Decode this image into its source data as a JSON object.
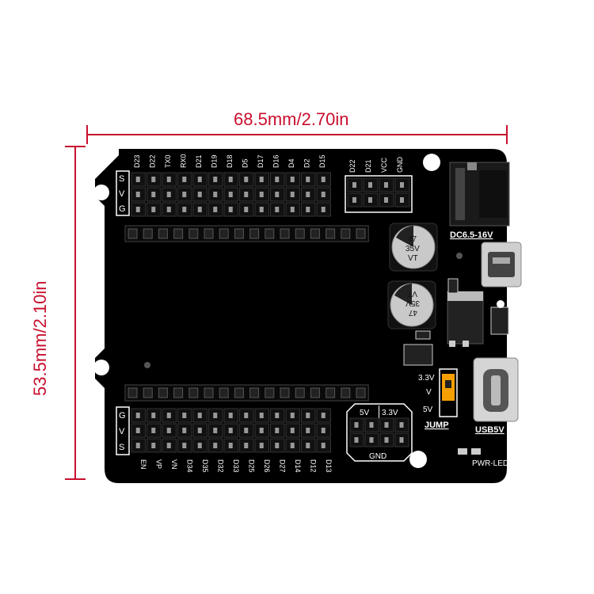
{
  "dimensions": {
    "width_label": "68.5mm/2.70in",
    "height_label": "53.5mm/2.10in",
    "line_color": "#c8102e"
  },
  "board": {
    "color": "#000000",
    "silk_color": "#ffffff",
    "top_header_pins": [
      "D23",
      "D22",
      "TX0",
      "RX0",
      "D21",
      "D19",
      "D18",
      "D5",
      "D17",
      "D16",
      "D4",
      "D2",
      "D15"
    ],
    "top_right_pins": [
      "D22",
      "D21",
      "VCC",
      "GND"
    ],
    "bottom_header_pins": [
      "EN",
      "VP",
      "VN",
      "D34",
      "D35",
      "D32",
      "D33",
      "D25",
      "D26",
      "D27",
      "D14",
      "D12",
      "D13"
    ],
    "row_labels_top": [
      "S",
      "V",
      "G"
    ],
    "row_labels_bottom": [
      "G",
      "V",
      "S"
    ],
    "dc_jack_label": "DC6.5-16V",
    "cap1": {
      "line1": "47",
      "line2": "35V",
      "line3": "VT"
    },
    "cap2": {
      "line1": "47",
      "line2": "35V",
      "line3": "VT"
    },
    "voltage_top": "5V",
    "voltage_top2": "3.3V",
    "gnd_label": "GND",
    "jump_3v3": "3.3V",
    "jump_v": "V",
    "jump_5v": "5V",
    "jump_label": "JUMP",
    "usb_label": "USB5V",
    "pwr_led_label": "PWR-LED",
    "jumper_color": "#f5a000"
  }
}
